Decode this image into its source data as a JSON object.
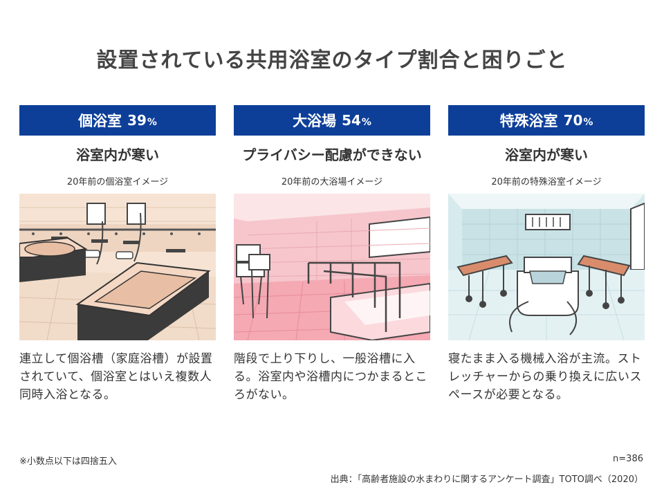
{
  "page": {
    "title": "設置されている共用浴室のタイプ割合と困りごと"
  },
  "columns": [
    {
      "type_label": "個浴室",
      "percent": "39",
      "unit": "%",
      "problem": "浴室内が寒い",
      "caption": "20年前の個浴室イメージ",
      "description": "連立して個浴槽（家庭浴槽）が設置されていて、個浴室とはいえ複数人同時入浴となる。"
    },
    {
      "type_label": "大浴場",
      "percent": "54",
      "unit": "%",
      "problem": "プライバシー配慮ができない",
      "caption": "20年前の大浴場イメージ",
      "description": "階段で上り下りし、一般浴槽に入る。浴室内や浴槽内につかまるところがない。"
    },
    {
      "type_label": "特殊浴室",
      "percent": "70",
      "unit": "%",
      "problem": "浴室内が寒い",
      "caption": "20年前の特殊浴室イメージ",
      "description": "寝たまま入る機械入浴が主流。ストレッチャーからの乗り換えに広いスペースが必要となる。"
    }
  ],
  "footer": {
    "note": "※小数点以下は四捨五入",
    "n": "n=386",
    "source": "出典：「高齢者施設の水まわりに関するアンケート調査」TOTO調べ（2020）"
  },
  "colors": {
    "header_band": "#0d3f99",
    "title_text": "#444444",
    "individual_bath_bg": "#f6e3d3",
    "large_bath_bg": "#f6c6cc",
    "special_bath_bg": "#d7ebee"
  },
  "icons": [
    "individual-bathroom-illustration",
    "large-bathroom-illustration",
    "special-bathroom-illustration"
  ]
}
